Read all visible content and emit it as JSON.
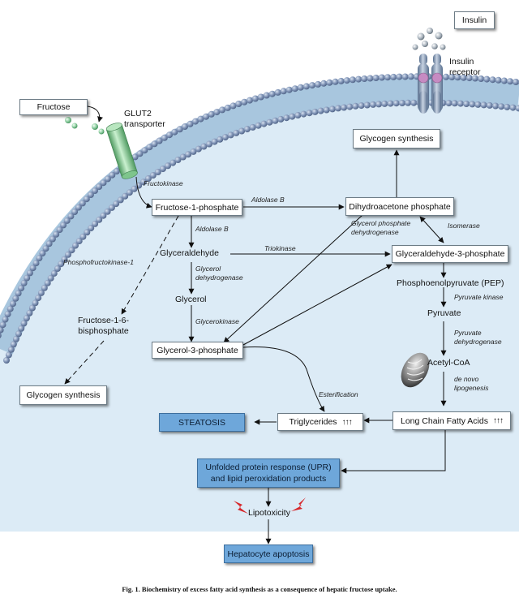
{
  "title": "Fig. 1. Biochemistry of excess fatty acid synthesis as a consequence of hepatic fructose uptake.",
  "boxes": {
    "insulin": "Insulin",
    "fructose": "Fructose",
    "glycogen_synthesis_top": "Glycogen synthesis",
    "fructose_1_phosphate": "Fructose-1-phosphate",
    "dihydroxyacetone_phosphate": "Dihydroacetone phosphate",
    "glyceraldehyde_3_phosphate": "Glyceraldehyde-3-phosphate",
    "glycerol_3_phosphate": "Glycerol-3-phosphate",
    "glycogen_synthesis_left": "Glycogen synthesis",
    "steatosis": "STEATOSIS",
    "triglycerides": "Triglycerides",
    "long_chain_fatty_acids": "Long Chain Fatty Acids",
    "upr": [
      "Unfolded protein response (UPR)",
      "and lipid peroxidation products"
    ],
    "hepatocyte_apoptosis": "Hepatocyte apoptosis"
  },
  "labels": {
    "insulin_receptor": [
      "Insulin",
      "receptor"
    ],
    "glut2": [
      "GLUT2",
      "transporter"
    ],
    "glyceraldehyde": "Glyceraldehyde",
    "glycerol": "Glycerol",
    "fructose_1_6_bisphosphate": [
      "Fructose-1-6-",
      "bisphosphate"
    ],
    "pep": "Phosphoenolpyruvate (PEP)",
    "pyruvate": "Pyruvate",
    "acetyl_coa": "Acetyl-CoA",
    "lipotoxicity": "Lipotoxicity",
    "increase_symbol": "↑↑↑"
  },
  "enzymes": {
    "fructokinase": "Fructokinase",
    "aldolase_b_1": "Aldolase B",
    "aldolase_b_2": "Aldolase B",
    "phosphofructokinase_1": "Phosphofructokinase-1",
    "triokinase": "Triokinase",
    "glycerol_dehydrogenase": [
      "Glycerol",
      "dehydrogenase"
    ],
    "glycerokinase": "Glycerokinase",
    "g3p_dehydrogenase": [
      "Glycerol phosphate",
      "dehydrogenase"
    ],
    "isomerase": "Isomerase",
    "pyruvate_kinase": "Pyruvate kinase",
    "pyruvate_dehydrogenase": [
      "Pyruvate",
      "dehydrogenase"
    ],
    "de_novo_lipogenesis": [
      "de novo",
      "lipogenesis"
    ],
    "esterification": "Esterification"
  },
  "colors": {
    "cytoplasm": "#dcebf6",
    "membrane_bead": "#7d93b8",
    "membrane_core": "#a8c6de",
    "blue_box": "#6ea7da",
    "glut2": "#8ed19a",
    "receptor_pink": "#c68bc2",
    "lightning": "#d6262a"
  }
}
